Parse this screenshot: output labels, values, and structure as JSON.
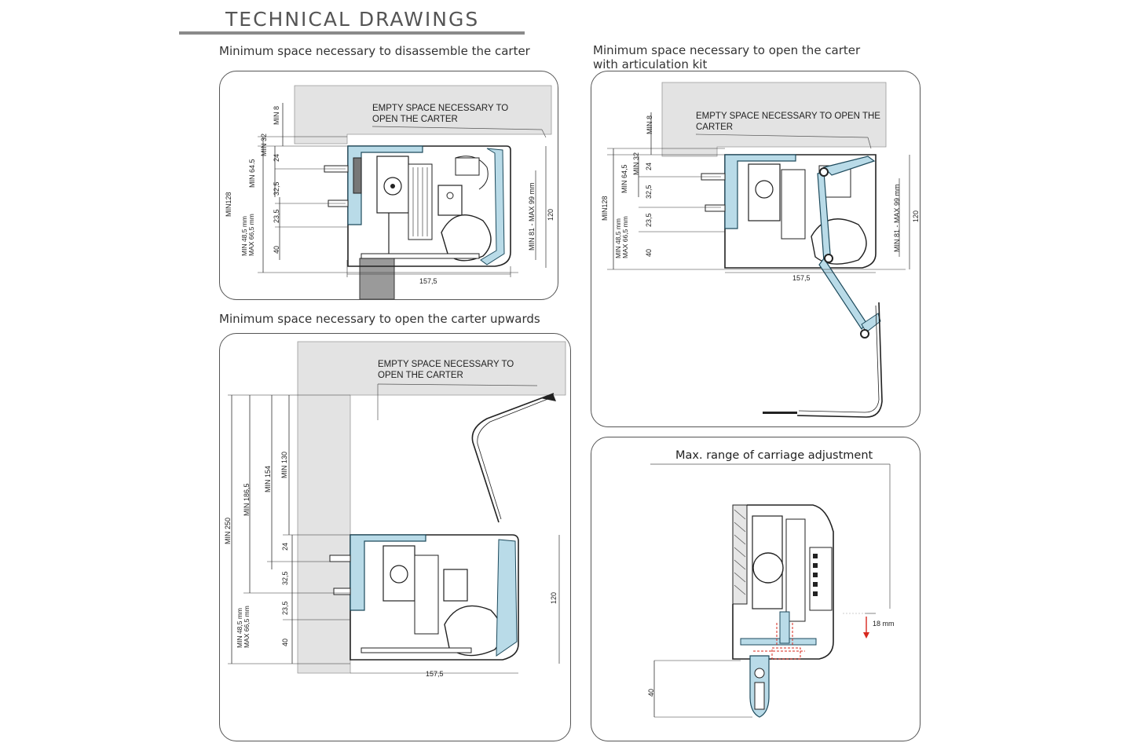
{
  "heading": "TECHNICAL DRAWINGS",
  "captions": {
    "disassemble": "Minimum space necessary to disassemble the carter",
    "articulation": "Minimum space necessary to open the carter with articulation kit",
    "upwards": "Minimum space necessary to open the carter upwards"
  },
  "colors": {
    "profile": "#b9dbe8",
    "empty_space": "#e3e3e3",
    "line": "#222222",
    "arrow": "#d7281e"
  },
  "panel1": {
    "label_line1": "EMPTY SPACE NECESSARY TO",
    "label_line2": "OPEN THE CARTER",
    "dims": {
      "min8": "MIN 8",
      "min32": "MIN 32",
      "min64": "MIN 64.5",
      "min128": "MIN128",
      "min48a": "MIN 48,5 mm",
      "max66a": "MAX 66,5 mm",
      "d24": "24",
      "d325": "32,5",
      "d235": "23,5",
      "d40": "40",
      "range": "MIN 81 - MAX 99 mm",
      "d120": "120",
      "d1575": "157,5"
    }
  },
  "panel2": {
    "label_line1": "EMPTY SPACE NECESSARY TO OPEN THE",
    "label_line2": "CARTER",
    "dims": {
      "min8": "MIN 8",
      "min32": "MIN 32",
      "min64": "MIN 64,5",
      "min128": "MIN128",
      "min48a": "MIN 48,5 mm",
      "max66a": "MAX 66,5 mm",
      "d24": "24",
      "d325": "32,5",
      "d235": "23,5",
      "d40": "40",
      "range": "MIN 81 - MAX 99 mm",
      "d120": "120",
      "d1575": "157,5"
    }
  },
  "panel3": {
    "label_line1": "EMPTY SPACE NECESSARY TO",
    "label_line2": "OPEN THE CARTER",
    "dims": {
      "min250": "MIN 250",
      "min1865": "MIN 186,5",
      "min154": "MIN 154",
      "min130": "MIN 130",
      "min48a": "MIN 48,5 mm",
      "max66a": "MAX 66,5 mm",
      "d24": "24",
      "d325": "32,5",
      "d235": "23,5",
      "d40": "40",
      "d120": "120",
      "d1575": "157,5"
    }
  },
  "panel4": {
    "title": "Max. range of carriage adjustment",
    "d18": "18 mm",
    "d40": "40"
  }
}
